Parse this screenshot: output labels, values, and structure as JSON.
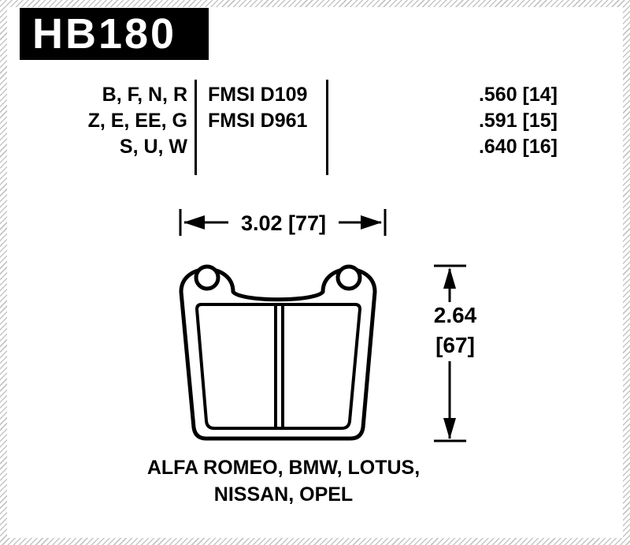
{
  "part_number": "HB180",
  "spec_table": {
    "compound_rows": [
      "B, F, N, R",
      "Z, E, EE, G",
      "S, U, W"
    ],
    "fmsi_rows": [
      "FMSI D109",
      "FMSI D961"
    ],
    "thickness_rows": [
      ".560 [14]",
      ".591 [15]",
      ".640 [16]"
    ]
  },
  "dimensions": {
    "width_label": "3.02 [77]",
    "height_value": "2.64",
    "height_bracket": "[67]"
  },
  "applications": {
    "line1": "ALFA ROMEO, BMW, LOTUS,",
    "line2": "NISSAN, OPEL"
  },
  "colors": {
    "ink": "#000000",
    "paper": "#ffffff",
    "border_stripe": "#c6c6c6"
  }
}
